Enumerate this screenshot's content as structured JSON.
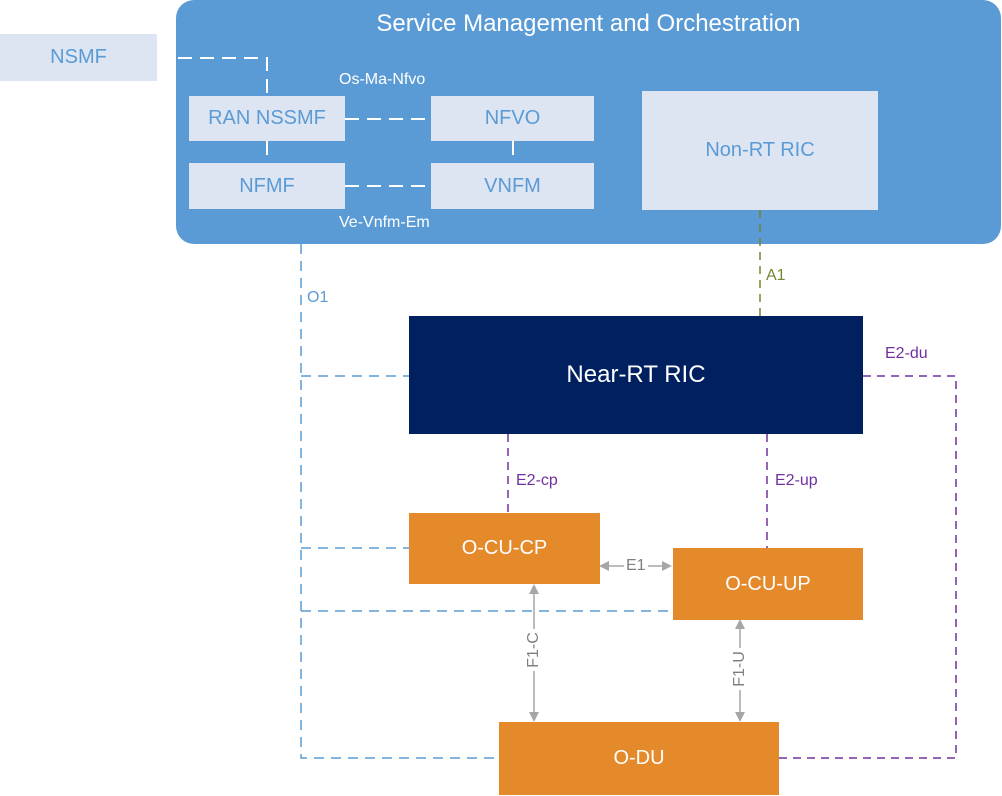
{
  "smo": {
    "title": "Service Management and Orchestration"
  },
  "nsmf": {
    "label": "NSMF"
  },
  "ran_nssmf": {
    "label": "RAN NSSMF"
  },
  "nfvo": {
    "label": "NFVO"
  },
  "nfmf": {
    "label": "NFMF"
  },
  "vnfm": {
    "label": "VNFM"
  },
  "non_rt_ric": {
    "label": "Non-RT RIC"
  },
  "near_rt_ric": {
    "label": "Near-RT RIC"
  },
  "o_cu_cp": {
    "label": "O-CU-CP"
  },
  "o_cu_up": {
    "label": "O-CU-UP"
  },
  "o_du": {
    "label": "O-DU"
  },
  "interfaces": {
    "os_ma_nfvo": "Os-Ma-Nfvo",
    "ve_vnfm_em": "Ve-Vnfm-Em",
    "a1": "A1",
    "o1": "O1",
    "e2_du": "E2-du",
    "e2_cp": "E2-cp",
    "e2_up": "E2-up",
    "e1": "E1",
    "f1_c": "F1-C",
    "f1_u": "F1-U"
  },
  "colors": {
    "smo_blue": "#5b9bd5",
    "light_box": "#dde5f3",
    "near_rt_navy": "#002060",
    "ran_orange": "#e58a2b",
    "a1_green": "#70882e",
    "e2_purple": "#7030a0",
    "o1_blue": "#5b9bd5",
    "arrow_gray": "#a6a6a6"
  }
}
